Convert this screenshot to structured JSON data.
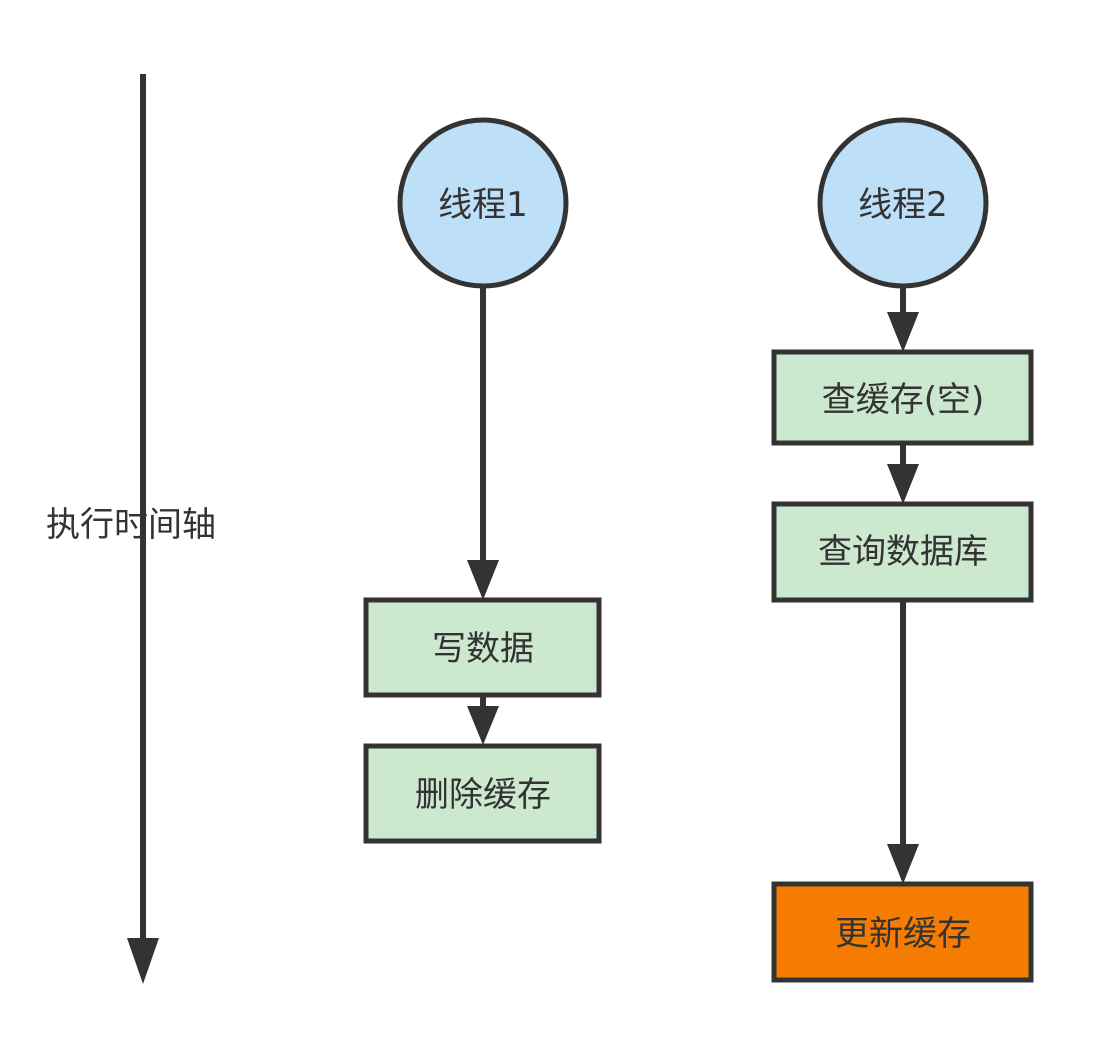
{
  "colors": {
    "stroke": "#333333",
    "thread_fill": "#BEDFF8",
    "step_fill": "#CCE8CF",
    "highlight_fill": "#F57C00",
    "text": "#333333"
  },
  "timeline": {
    "label": "执行时间轴"
  },
  "thread1": {
    "title": "线程1",
    "steps": [
      "写数据",
      "删除缓存"
    ]
  },
  "thread2": {
    "title": "线程2",
    "steps": [
      "查缓存(空)",
      "查询数据库",
      "更新缓存"
    ]
  }
}
